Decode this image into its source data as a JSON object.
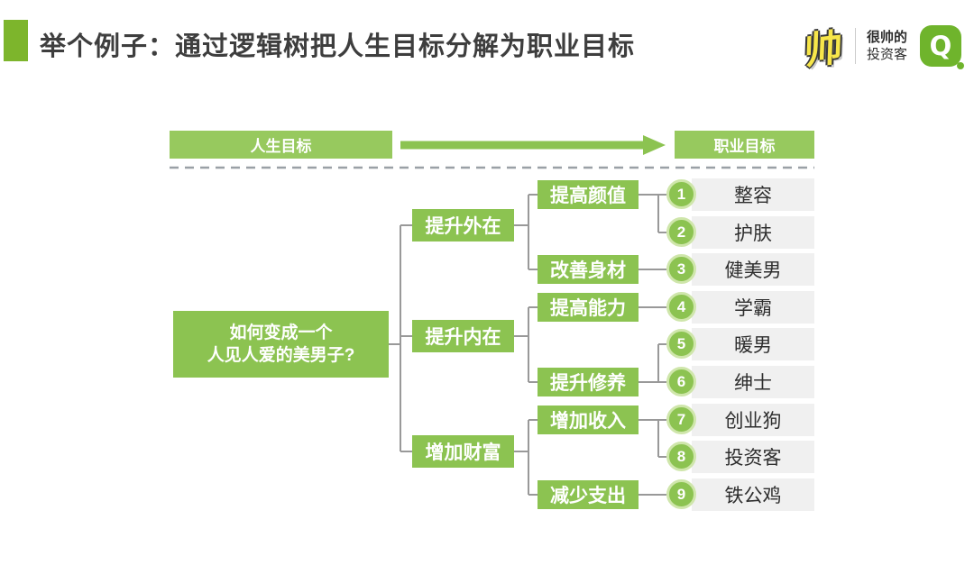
{
  "header": {
    "title": "举个例子：通过逻辑树把人生目标分解为职业目标"
  },
  "brand": {
    "mark": "帅",
    "line1": "很帅的",
    "line2": "投资客",
    "q_letter": "Q"
  },
  "colors": {
    "tree_green": "#8cc351",
    "header_green": "#97c95e",
    "accent_green": "#7db52c",
    "badge_green": "#6fb42c",
    "bar_gray": "#f0f0f0",
    "line_gray": "#999999",
    "dash_gray": "#9aa0a6"
  },
  "diagram": {
    "life_goal_label": "人生目标",
    "career_goal_label": "职业目标",
    "root": {
      "line1": "如何变成一个",
      "line2": "人见人爱的美男子?"
    },
    "branches": [
      {
        "label": "提升外在",
        "children": [
          {
            "label": "提高颜值"
          },
          {
            "label": "改善身材"
          }
        ]
      },
      {
        "label": "提升内在",
        "children": [
          {
            "label": "提高能力"
          },
          {
            "label": "提升修养"
          }
        ]
      },
      {
        "label": "增加财富",
        "children": [
          {
            "label": "增加收入"
          },
          {
            "label": "减少支出"
          }
        ]
      }
    ],
    "outcomes": [
      {
        "num": "1",
        "label": "整容"
      },
      {
        "num": "2",
        "label": "护肤"
      },
      {
        "num": "3",
        "label": "健美男"
      },
      {
        "num": "4",
        "label": "学霸"
      },
      {
        "num": "5",
        "label": "暖男"
      },
      {
        "num": "6",
        "label": "绅士"
      },
      {
        "num": "7",
        "label": "创业狗"
      },
      {
        "num": "8",
        "label": "投资客"
      },
      {
        "num": "9",
        "label": "铁公鸡"
      }
    ]
  }
}
